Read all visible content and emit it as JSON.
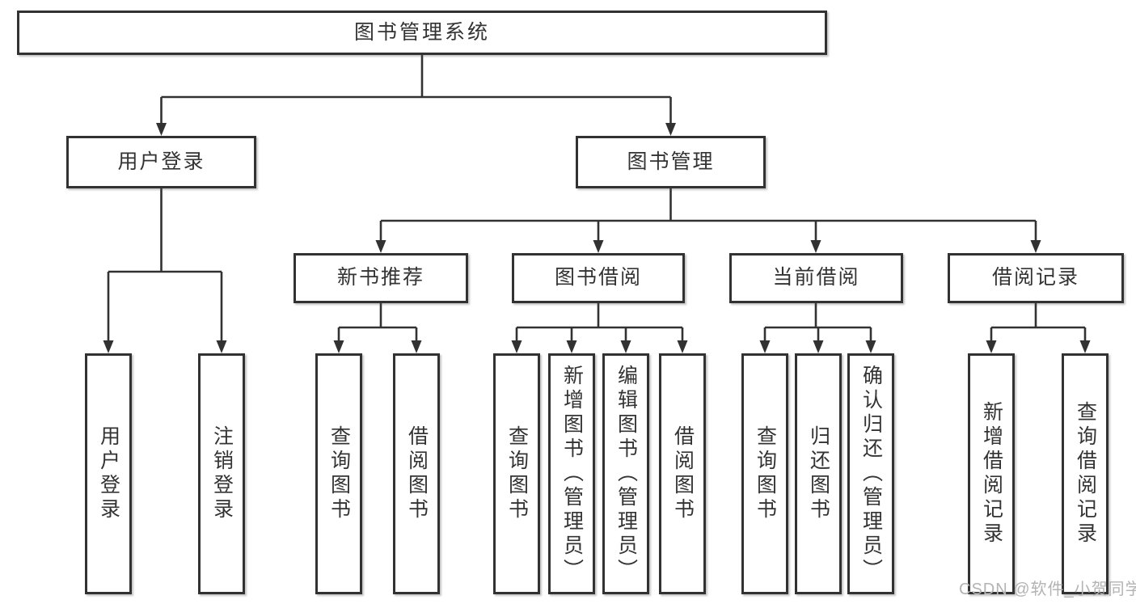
{
  "diagram": {
    "title": "图书管理系统",
    "root": {
      "label": "图书管理系统"
    },
    "level2": [
      {
        "label": "用户登录"
      },
      {
        "label": "图书管理"
      }
    ],
    "level3": [
      {
        "label": "新书推荐",
        "parent": "图书管理"
      },
      {
        "label": "图书借阅",
        "parent": "图书管理"
      },
      {
        "label": "当前借阅",
        "parent": "图书管理"
      },
      {
        "label": "借阅记录",
        "parent": "图书管理"
      }
    ],
    "leaves": [
      {
        "label": "用户登录",
        "parent": "用户登录"
      },
      {
        "label": "注销登录",
        "parent": "用户登录"
      },
      {
        "label": "查询图书",
        "parent": "新书推荐"
      },
      {
        "label": "借阅图书",
        "parent": "新书推荐"
      },
      {
        "label": "查询图书",
        "parent": "图书借阅"
      },
      {
        "label": "新增图书（管理员）",
        "parent": "图书借阅"
      },
      {
        "label": "编辑图书（管理员）",
        "parent": "图书借阅"
      },
      {
        "label": "借阅图书",
        "parent": "图书借阅"
      },
      {
        "label": "查询图书",
        "parent": "当前借阅"
      },
      {
        "label": "归还图书",
        "parent": "当前借阅"
      },
      {
        "label": "确认归还（管理员）",
        "parent": "当前借阅"
      },
      {
        "label": "新增借阅记录",
        "parent": "借阅记录"
      },
      {
        "label": "查询借阅记录",
        "parent": "借阅记录"
      }
    ]
  },
  "watermark": {
    "text": "CSDN @软件_小贺同学"
  },
  "colors": {
    "line": "#323232",
    "box_border": "#323232",
    "box_fill": "#ffffff",
    "text": "#333333",
    "watermark": "#b3b3b3",
    "background": "#ffffff"
  }
}
